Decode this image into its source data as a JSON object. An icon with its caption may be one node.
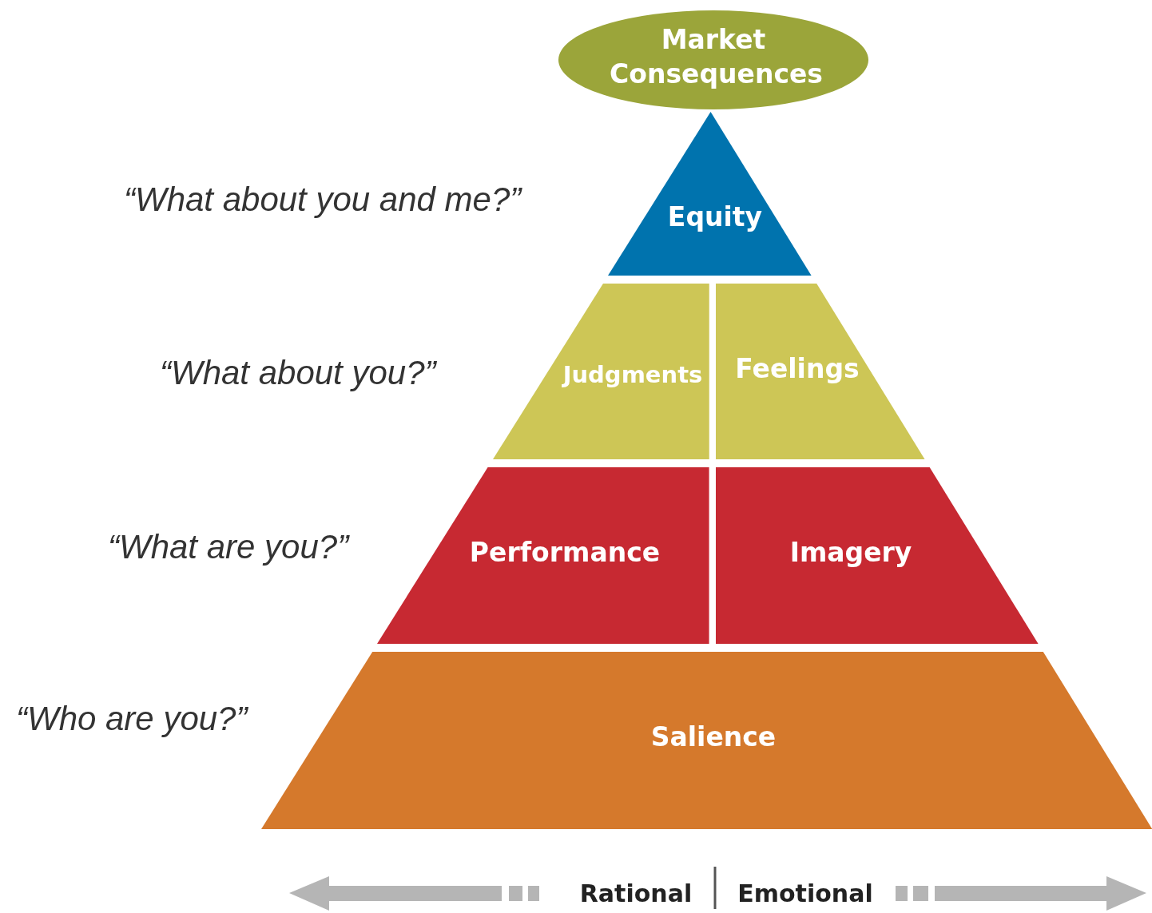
{
  "diagram": {
    "nodes": [
      {
        "text": [
          "Market Consequences"
        ]
      },
      {
        "text": [
          "Equity"
        ]
      },
      {
        "text": [
          "Judgments"
        ]
      },
      {
        "text": [
          "Feelings"
        ]
      },
      {
        "text": [
          "Performance"
        ]
      },
      {
        "text": [
          "Imagery"
        ]
      },
      {
        "text": [
          "Salience"
        ]
      }
    ],
    "labels": [
      "“What about you and me?”",
      "“What about you?”",
      "“What are you?”",
      "“Who are you?”",
      "Rational",
      "Emotional"
    ]
  }
}
